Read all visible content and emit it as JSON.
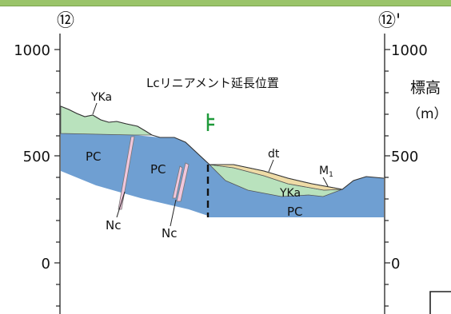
{
  "section": {
    "left_marker": "⑫",
    "right_marker": "⑫'"
  },
  "axis": {
    "ticks_left": [
      "1000",
      "500",
      "0"
    ],
    "ticks_right": [
      "1000",
      "500",
      "0"
    ],
    "ylabel_line1": "標高",
    "ylabel_line2": "（m）"
  },
  "annotation": {
    "lineament": "Lcリニアメント延長位置"
  },
  "layers": {
    "yka_left": "YKa",
    "pc_left": "PC",
    "pc_mid": "PC",
    "nc_left": "Nc",
    "nc_mid": "Nc",
    "dt": "dt",
    "m1_main": "M",
    "m1_sub": "1",
    "yka_right": "YKa",
    "pc_right": "PC"
  },
  "colors": {
    "pc": "#6f9fd2",
    "yka": "#b9e2bd",
    "dt": "#eedba6",
    "nc": "#f1c6dc",
    "fault_marker": "#1e9a3a",
    "topbar": "#9ac46a"
  }
}
